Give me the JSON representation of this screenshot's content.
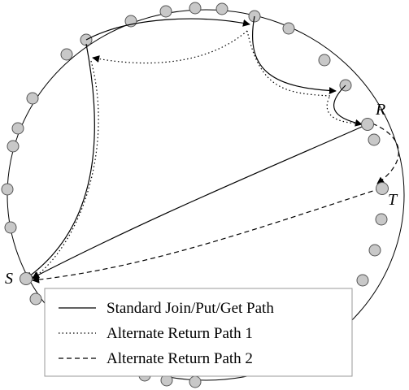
{
  "diagram": {
    "node_labels": {
      "source": "S",
      "root": "R",
      "target": "T"
    },
    "legend": {
      "items": [
        {
          "style": "solid",
          "label": "Standard Join/Put/Get Path"
        },
        {
          "style": "dotted",
          "label": "Alternate Return Path 1"
        },
        {
          "style": "dashed",
          "label": "Alternate Return Path 2"
        }
      ]
    },
    "colors": {
      "node_fill": "#c8c8c8",
      "node_stroke": "#555555",
      "line": "#000000",
      "background": "#ffffff"
    }
  }
}
